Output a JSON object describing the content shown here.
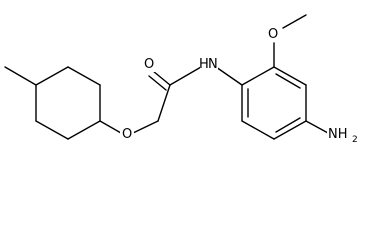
{
  "molecule": {
    "atoms": {
      "carbonyl_oxygen": "O",
      "amide_nitrogen_h": "H",
      "amide_nitrogen_n": "N",
      "ether_oxygen": "O",
      "methoxy_oxygen": "O",
      "amine_n": "NH",
      "amine_sub": "2"
    }
  },
  "colors": {
    "bond": "#000000",
    "background": "#ffffff"
  }
}
